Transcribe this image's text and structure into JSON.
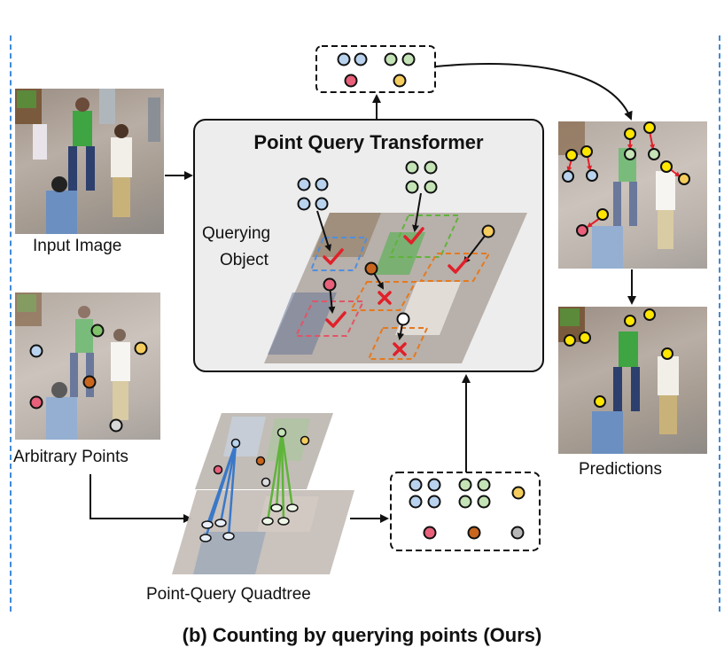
{
  "labels": {
    "input_image": "Input Image",
    "arbitrary_points": "Arbitrary Points",
    "transformer_title": "Point Query Transformer",
    "querying_object_line1": "Querying",
    "querying_object_line2": "Object",
    "quadtree": "Point-Query Quadtree",
    "predictions": "Predictions",
    "caption": "(b) Counting by querying points (Ours)"
  },
  "colors": {
    "blue_point": "#b9d3ee",
    "green_point": "#c4e3b6",
    "red_point": "#e8607a",
    "orange_point": "#c9661e",
    "yellow_point": "#f5cd5e",
    "gray_point": "#b7b7b7",
    "prediction_point": "#ffe600",
    "check": "#e0202a",
    "divider": "#3f8ad8",
    "panel": "#ededed"
  }
}
